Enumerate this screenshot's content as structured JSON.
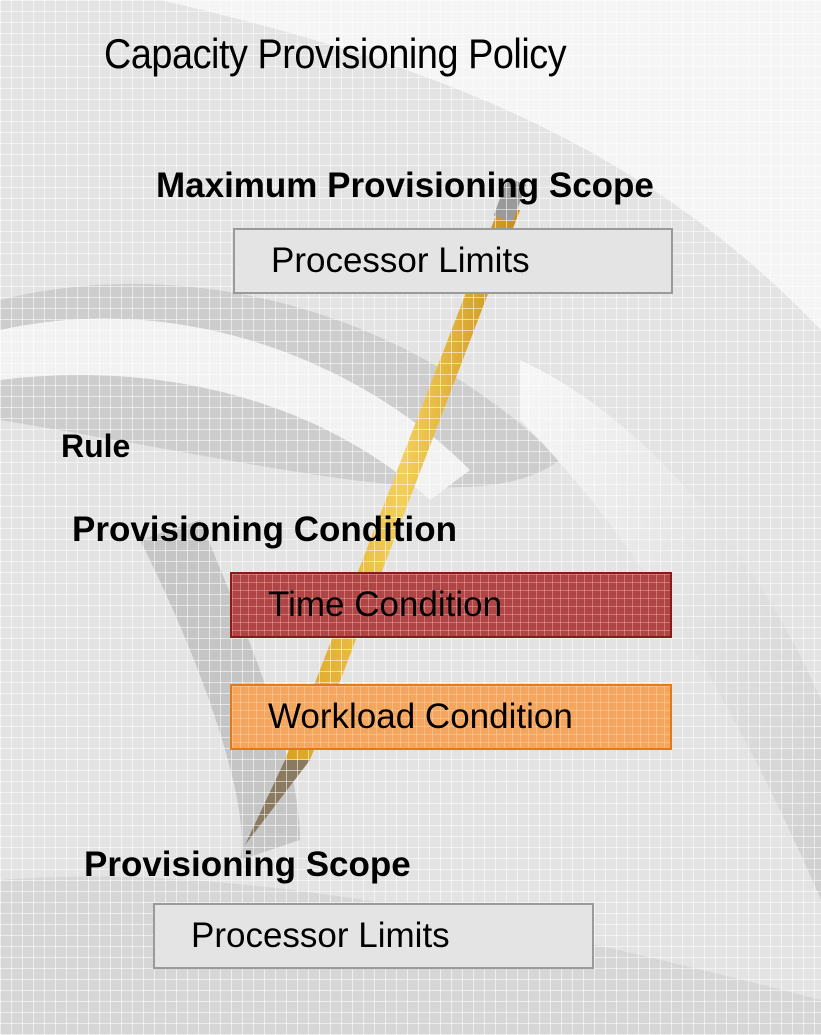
{
  "title": "Capacity Provisioning Policy",
  "max_scope": {
    "heading": "Maximum Provisioning Scope",
    "box_label": "Processor Limits"
  },
  "rule": {
    "heading": "Rule",
    "condition": {
      "heading": "Provisioning Condition",
      "time_label": "Time Condition",
      "workload_label": "Workload Condition"
    },
    "scope": {
      "heading": "Provisioning Scope",
      "box_label": "Processor Limits"
    }
  },
  "colors": {
    "time_condition": "#b04545",
    "workload_condition": "#f4a55e",
    "limits_box": "#e4e4e4"
  }
}
